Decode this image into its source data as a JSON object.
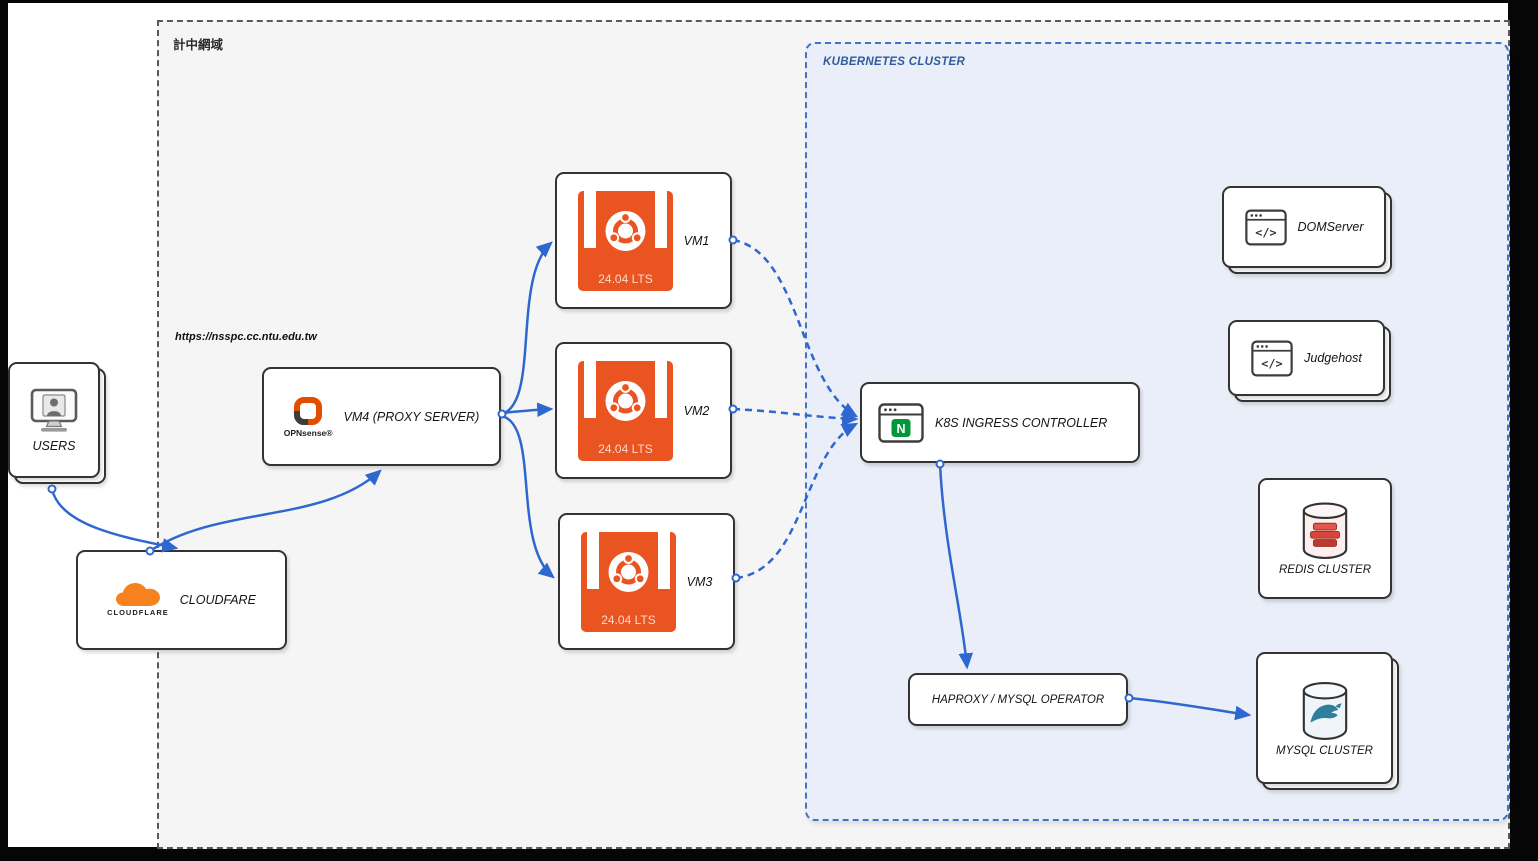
{
  "regions": {
    "network_domain": {
      "label": "計中網域"
    },
    "k8s_cluster": {
      "label": "KUBERNETES CLUSTER"
    }
  },
  "annotations": {
    "proxy_url": "https://nsspc.cc.ntu.edu.tw"
  },
  "nodes": {
    "users": {
      "label": "USERS"
    },
    "cloudflare": {
      "label": "CLOUDFARE",
      "logo_text": "CLOUDFLARE"
    },
    "vm4": {
      "label": "VM4 (PROXY SERVER)",
      "logo_text": "OPNsense®"
    },
    "vm1": {
      "label": "VM1",
      "version": "24.04 LTS"
    },
    "vm2": {
      "label": "VM2",
      "version": "24.04 LTS"
    },
    "vm3": {
      "label": "VM3",
      "version": "24.04 LTS"
    },
    "ingress": {
      "label": "K8S INGRESS CONTROLLER",
      "icon_letter": "N"
    },
    "domserver": {
      "label": "DOMServer",
      "icon_glyph": "</>"
    },
    "judgehost": {
      "label": "Judgehost",
      "icon_glyph": "</>"
    },
    "redis": {
      "label": "REDIS CLUSTER"
    },
    "haproxy": {
      "label": "HAPROXY / MYSQL OPERATOR"
    },
    "mysql": {
      "label": "MYSQL CLUSTER"
    }
  },
  "edges": [
    {
      "from": "users",
      "to": "cloudflare",
      "style": "solid"
    },
    {
      "from": "cloudflare",
      "to": "vm4",
      "style": "solid"
    },
    {
      "from": "vm4",
      "to": "vm1",
      "style": "solid"
    },
    {
      "from": "vm4",
      "to": "vm2",
      "style": "solid"
    },
    {
      "from": "vm4",
      "to": "vm3",
      "style": "solid"
    },
    {
      "from": "vm1",
      "to": "ingress",
      "style": "dashed"
    },
    {
      "from": "vm2",
      "to": "ingress",
      "style": "dashed"
    },
    {
      "from": "vm3",
      "to": "ingress",
      "style": "dashed"
    },
    {
      "from": "ingress",
      "to": "haproxy",
      "style": "solid"
    },
    {
      "from": "haproxy",
      "to": "mysql",
      "style": "solid"
    }
  ],
  "colors": {
    "arrow": "#2e67cf",
    "ubuntu": "#e95420",
    "ubuntu_text": "#ffd9cb",
    "nginx": "#009639",
    "cloudflare": "#f6821f",
    "opnsense": "#e44c00",
    "k8s_fill": "#e9eef8",
    "k8s_border": "#4472c4",
    "domain_fill": "#f5f5f5",
    "redis": "#d8453a",
    "mysql": "#2f7e9e"
  }
}
